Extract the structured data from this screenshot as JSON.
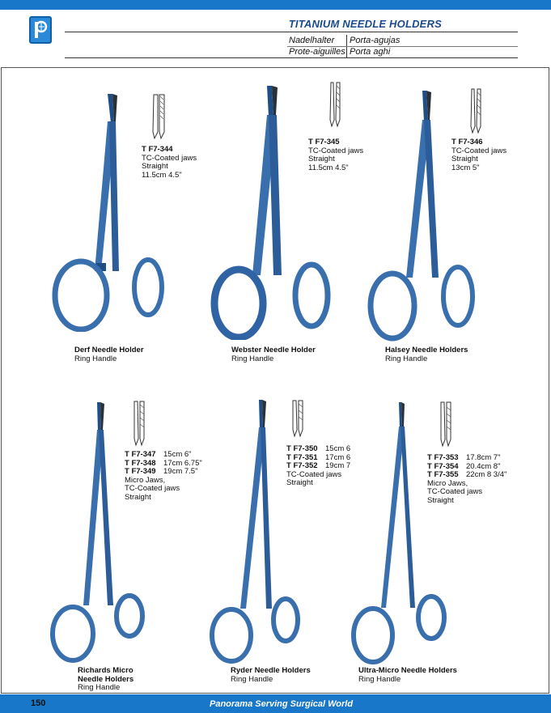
{
  "header": {
    "title": "TITANIUM NEEDLE HOLDERS",
    "names": [
      {
        "left": "Nadelhalter",
        "right": "Porta-agujas"
      },
      {
        "left": "Prote-aiguilles",
        "right": "Porta aghi"
      }
    ]
  },
  "colors": {
    "accent": "#1877c8",
    "instrument": "#3a6fae",
    "instrument_dark": "#1f4e86"
  },
  "products": [
    {
      "name": "Derf Needle Holder",
      "name2": "",
      "handle": "Ring Handle",
      "codes": [
        {
          "code": "T F7-344",
          "size": ""
        }
      ],
      "details": [
        "TC-Coated jaws",
        "Straight",
        "11.5cm 4.5\""
      ]
    },
    {
      "name": "Webster Needle Holder",
      "name2": "",
      "handle": "Ring Handle",
      "codes": [
        {
          "code": "T F7-345",
          "size": ""
        }
      ],
      "details": [
        "TC-Coated jaws",
        "Straight",
        "11.5cm 4.5\""
      ]
    },
    {
      "name": "Halsey Needle Holders",
      "name2": "",
      "handle": "Ring Handle",
      "codes": [
        {
          "code": "T F7-346",
          "size": ""
        }
      ],
      "details": [
        "TC-Coated jaws",
        "Straight",
        "13cm 5\""
      ]
    },
    {
      "name": "Richards Micro",
      "name2": "Needle Holders",
      "handle": "Ring Handle",
      "codes": [
        {
          "code": "T F7-347",
          "size": "15cm 6\""
        },
        {
          "code": "T F7-348",
          "size": "17cm 6.75\""
        },
        {
          "code": "T F7-349",
          "size": "19cm 7.5\""
        }
      ],
      "details": [
        "Micro Jaws,",
        "TC-Coated jaws",
        "Straight"
      ]
    },
    {
      "name": "Ryder Needle Holders",
      "name2": "",
      "handle": "Ring Handle",
      "codes": [
        {
          "code": "T F7-350",
          "size": "15cm 6"
        },
        {
          "code": "T F7-351",
          "size": "17cm 6"
        },
        {
          "code": "T F7-352",
          "size": "19cm 7"
        }
      ],
      "details": [
        "TC-Coated jaws",
        "Straight"
      ]
    },
    {
      "name": "Ultra-Micro Needle Holders",
      "name2": "",
      "handle": "Ring Handle",
      "codes": [
        {
          "code": "T F7-353",
          "size": "17.8cm 7\""
        },
        {
          "code": "T F7-354",
          "size": "20.4cm 8\""
        },
        {
          "code": "T F7-355",
          "size": "22cm 8 3/4\""
        }
      ],
      "details": [
        "Micro Jaws,",
        "TC-Coated jaws",
        "Straight"
      ]
    }
  ],
  "footer": {
    "page_number": "150",
    "tagline": "Panorama Serving Surgical World"
  }
}
